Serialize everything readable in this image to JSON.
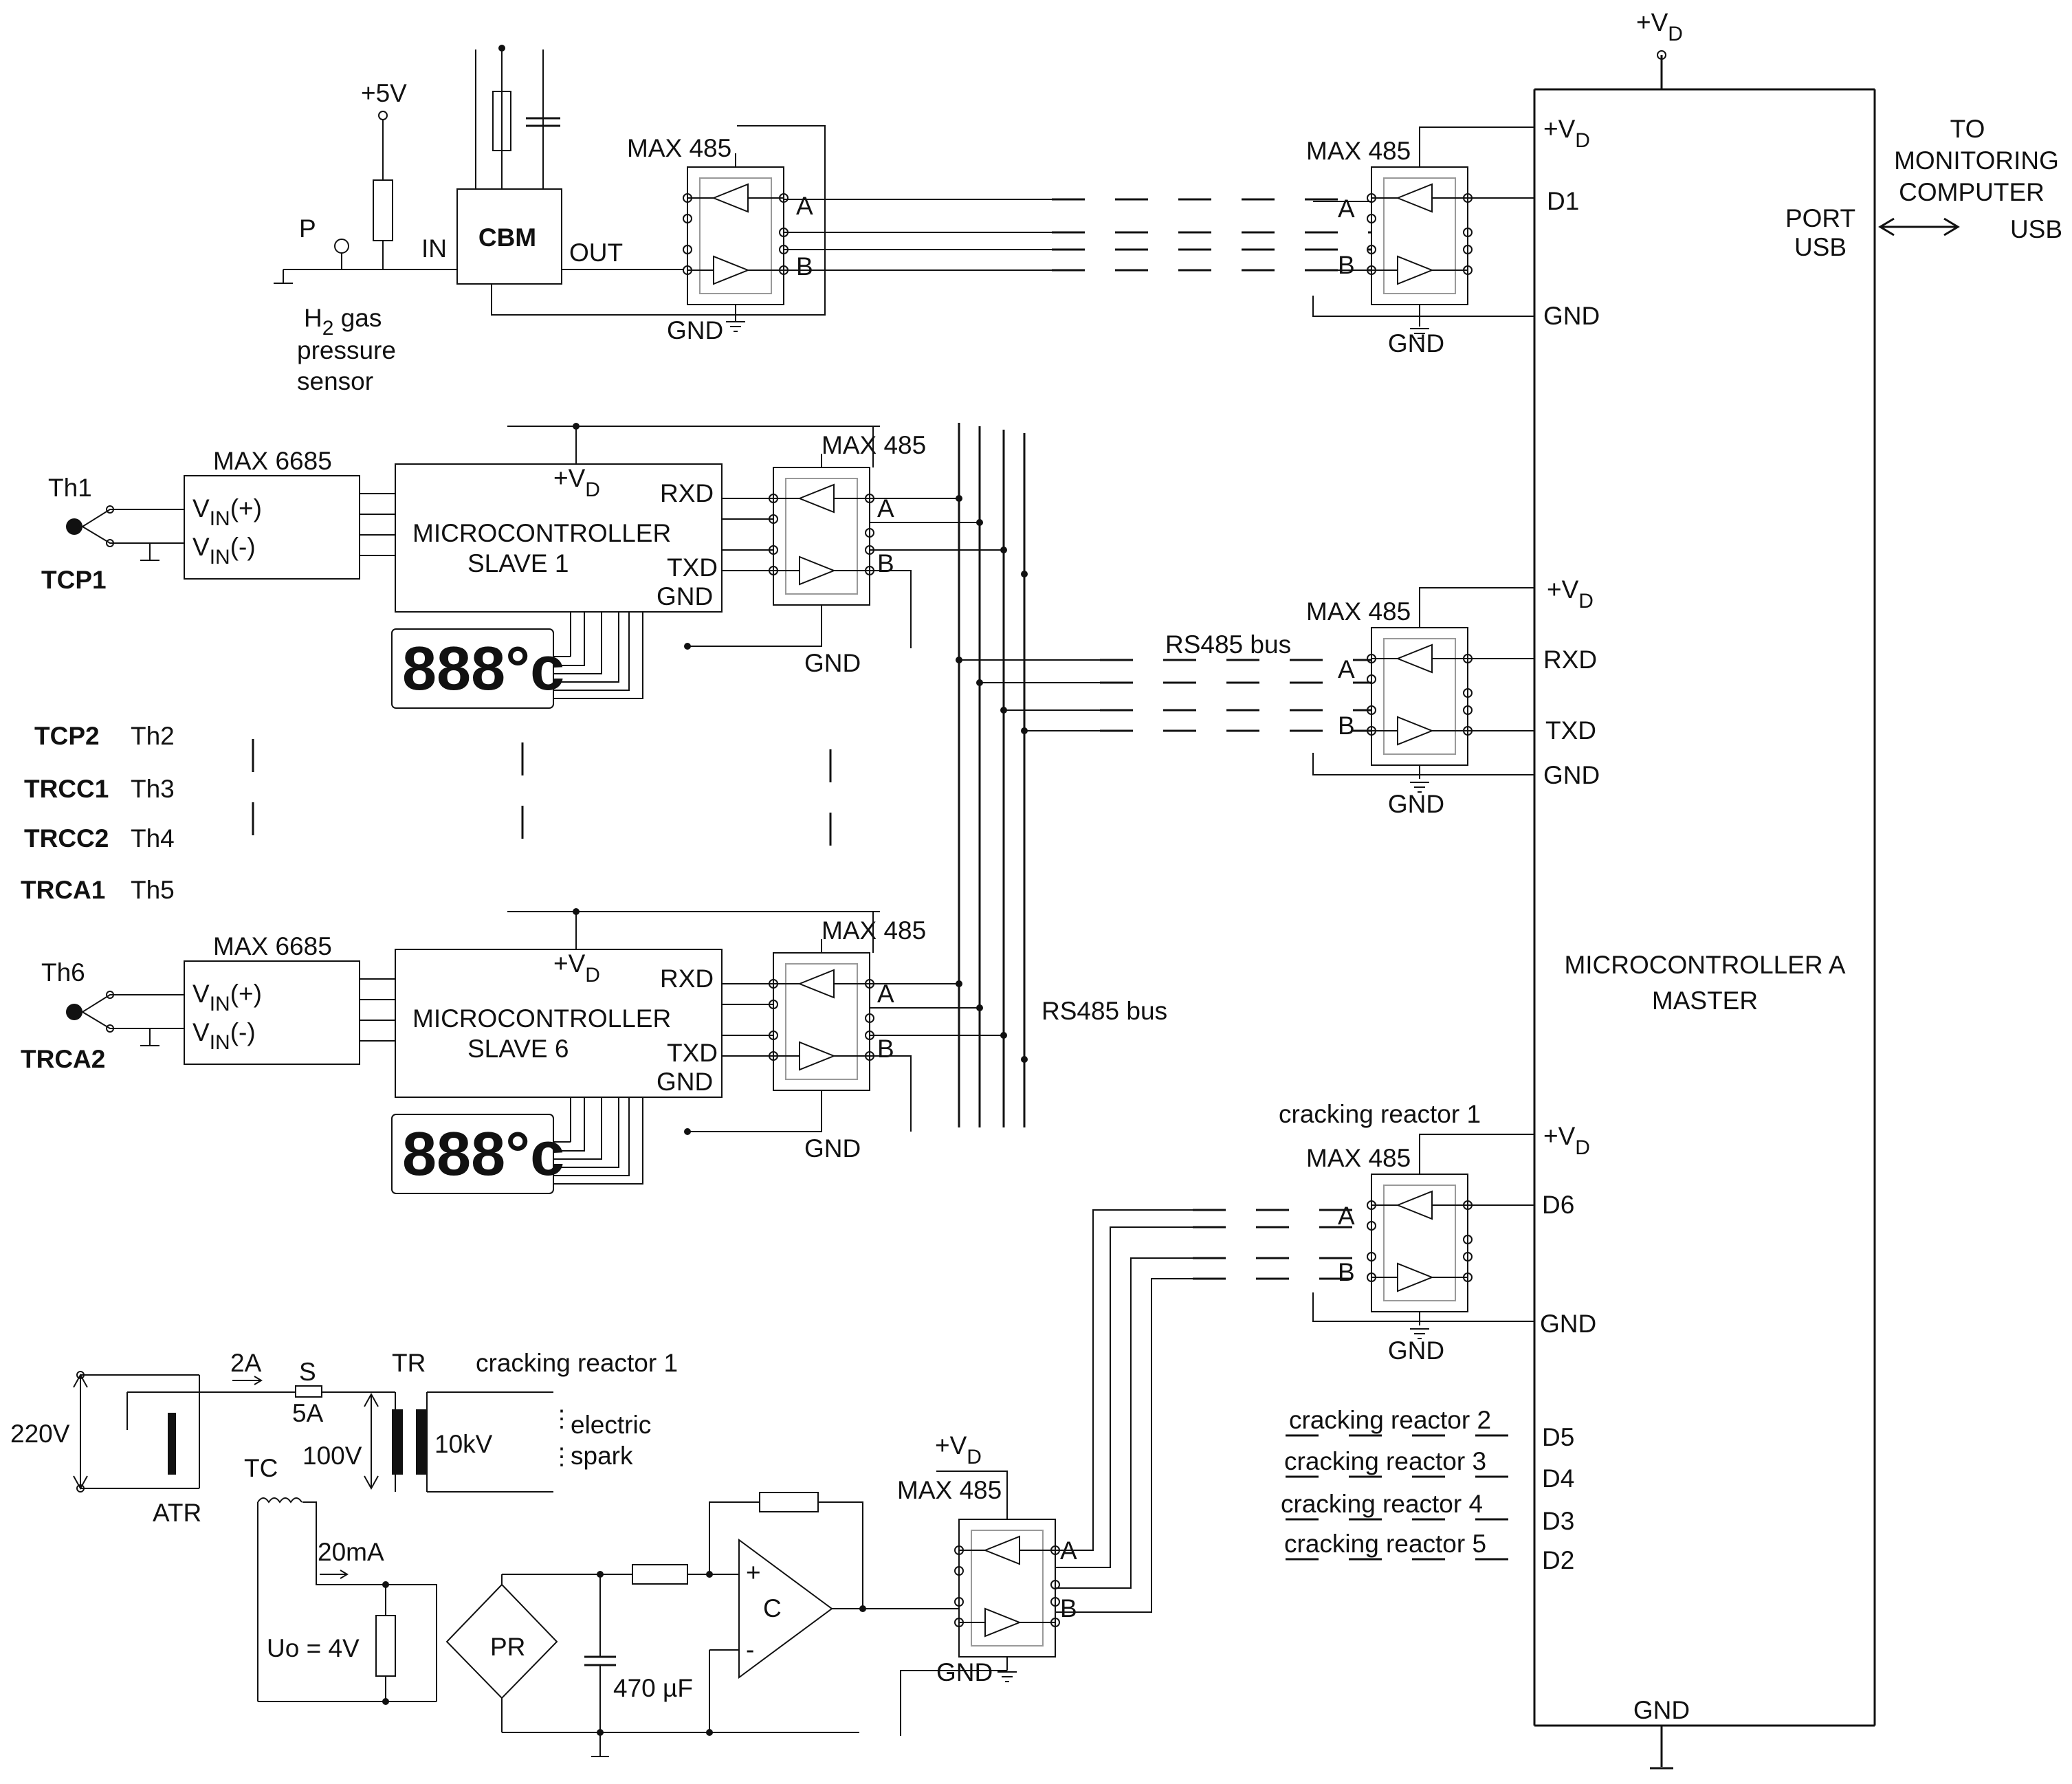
{
  "master": {
    "name_line1": "MICROCONTROLLER  A",
    "name_line2": "MASTER",
    "vd": "+V",
    "vd_sub": "D",
    "pins": [
      "+V",
      "D1",
      "GND",
      "+V",
      "RXD",
      "TXD",
      "GND",
      "+V",
      "D6",
      "GND",
      "D5",
      "D4",
      "D3",
      "D2"
    ],
    "pin_vd_sub": "D",
    "gnd_bottom": "GND",
    "port_line1": "PORT",
    "port_line2": "USB",
    "usb": "USB",
    "to_line1": "TO",
    "to_line2": "MONITORING",
    "to_line3": "COMPUTER"
  },
  "transceivers": {
    "label": "MAX 485",
    "a": "A",
    "b": "B",
    "gnd": "GND"
  },
  "sensor": {
    "p": "P",
    "supply": "+5V",
    "cbm": "CBM",
    "in": "IN",
    "out": "OUT",
    "h2": "H",
    "h2_sub": "2",
    "gas": "gas",
    "line2": "pressure",
    "line3": "sensor"
  },
  "slaves": [
    {
      "conv": "MAX 6685",
      "th": "Th1",
      "tcp": "TCP1",
      "name": "MICROCONTROLLER",
      "id": "SLAVE 1"
    },
    {
      "conv": "MAX 6685",
      "th": "Th6",
      "tcp": "TRCA2",
      "name": "MICROCONTROLLER",
      "id": "SLAVE 6"
    }
  ],
  "slave_pins": {
    "vin": "V",
    "vin_sub": "IN",
    "plus": "(+)",
    "minus": "(-)",
    "vd": "+V",
    "vd_sub": "D",
    "rxd": "RXD",
    "txd": "TXD",
    "gnd": "GND"
  },
  "display": "888°c",
  "channels": [
    {
      "tcp": "TCP2",
      "th": "Th2"
    },
    {
      "tcp": "TRCC1",
      "th": "Th3"
    },
    {
      "tcp": "TRCC2",
      "th": "Th4"
    },
    {
      "tcp": "TRCA1",
      "th": "Th5"
    }
  ],
  "bus_labels": [
    "RS485 bus",
    "RS485 bus"
  ],
  "reactor_labels": [
    "cracking reactor 1",
    "cracking reactor 1",
    "cracking reactor  2",
    "cracking reactor  3",
    "cracking reactor  4",
    "cracking reactor  5"
  ],
  "power": {
    "v220": "220V",
    "atr": "ATR",
    "i2a": "2A",
    "s": "S",
    "i5a": "5A",
    "tr": "TR",
    "v100": "100V",
    "v10k": "10kV",
    "tc": "TC",
    "spark1": "electric",
    "spark2": "spark",
    "i20ma": "20mA",
    "uo": "Uo = 4V",
    "pr": "PR",
    "cap": "470 µF",
    "c": "C",
    "vd": "+V",
    "vd_sub": "D"
  }
}
